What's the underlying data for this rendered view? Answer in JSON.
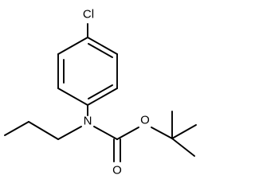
{
  "molecule": {
    "atoms": {
      "chlorine": "Cl",
      "nitrogen": "N",
      "carbonyl_oxygen": "O",
      "ester_oxygen": "O"
    }
  },
  "colors": {
    "bond": "#000000",
    "label": "#000000",
    "background": "#ffffff"
  }
}
